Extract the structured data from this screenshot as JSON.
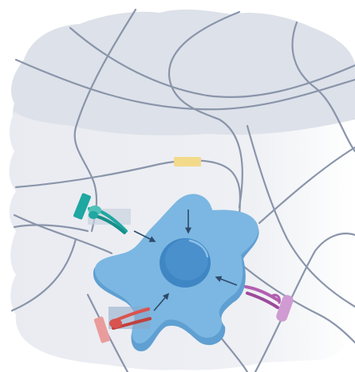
{
  "diagram": {
    "elements": [
      "extracellular-matrix-background",
      "matrix-fibers",
      "cell-body",
      "cell-nucleus",
      "teal-integrin-receptor",
      "red-receptor",
      "purple-receptor",
      "yellow-fiber-ligand",
      "signal-arrows"
    ]
  },
  "colors": {
    "matrix_back": "#dde1e9",
    "matrix_front": "#e7e9ef",
    "fiber": "#8a95aa",
    "cell_fill": "#7bb7e2",
    "cell_shadow": "#5f9fd2",
    "nucleus": "#3f86c4",
    "nucleus_highlight": "#6fa8d8",
    "teal": "#1fa7a1",
    "red": "#d9534f",
    "pink": "#ea9b9b",
    "purple": "#b25fb0",
    "lavender": "#cf9bd2",
    "yellow": "#f3d98a",
    "arrow": "#2f4a6b"
  }
}
